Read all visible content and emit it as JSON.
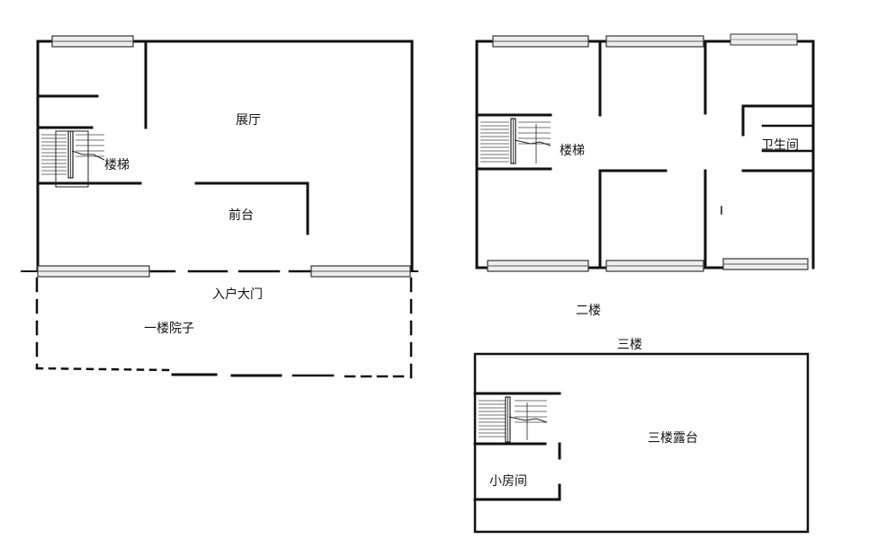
{
  "colors": {
    "wall": "#111111",
    "window_fill": "#eeeeee",
    "window_line": "#333333",
    "background": "#ffffff"
  },
  "floor1": {
    "rooms": {
      "exhibition_hall": "展厅",
      "stairs": "楼梯",
      "reception": "前台",
      "entrance_gate": "入户大门",
      "courtyard": "一楼院子"
    }
  },
  "floor2": {
    "title": "二楼",
    "rooms": {
      "stairs": "楼梯",
      "bathroom": "卫生间"
    }
  },
  "floor3": {
    "title": "三楼",
    "rooms": {
      "terrace": "三楼露台",
      "small_room": "小房间"
    }
  }
}
